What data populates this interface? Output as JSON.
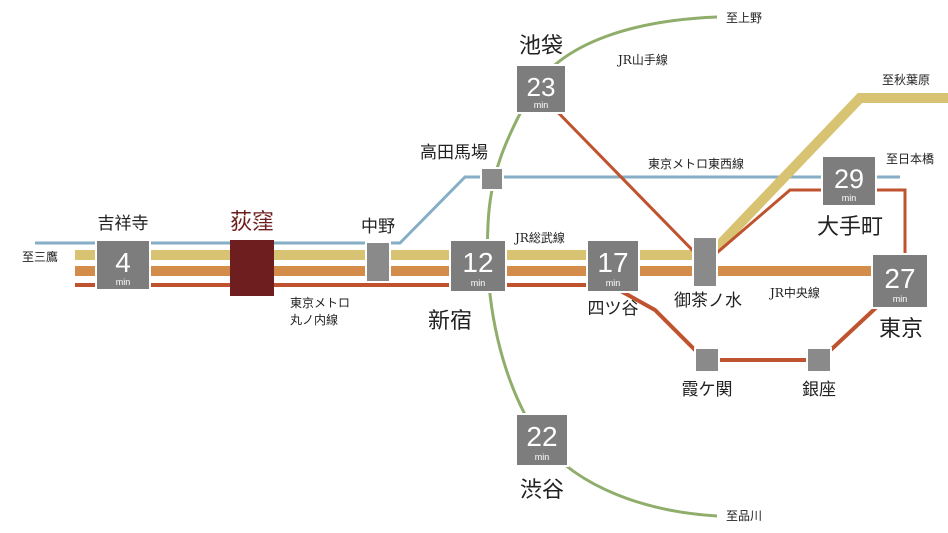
{
  "lines": {
    "yamanote": {
      "name": "JR山手線",
      "color": "#8fae6b"
    },
    "sobu": {
      "name": "JR総武線",
      "color": "#d8c373"
    },
    "chuo": {
      "name": "JR中央線",
      "color": "#d48c4a"
    },
    "tozai": {
      "name": "東京メトロ東西線",
      "color": "#86aec6"
    },
    "marunouchi": {
      "name_line1": "東京メトロ",
      "name_line2": "丸ノ内線",
      "color": "#c0532f"
    }
  },
  "stations": {
    "ikebukuro": {
      "name": "池袋",
      "minutes": "23",
      "unit": "min"
    },
    "takadanobaba": {
      "name": "高田馬場"
    },
    "nakano": {
      "name": "中野"
    },
    "kichijoji": {
      "name": "吉祥寺",
      "minutes": "4",
      "unit": "min"
    },
    "ogikubo": {
      "name": "荻窪",
      "color": "#6e1e1e"
    },
    "shinjuku": {
      "name": "新宿",
      "minutes": "12",
      "unit": "min"
    },
    "yotsuya": {
      "name": "四ツ谷",
      "minutes": "17",
      "unit": "min"
    },
    "ochanomizu": {
      "name": "御茶ノ水"
    },
    "otemachi": {
      "name": "大手町",
      "minutes": "29",
      "unit": "min"
    },
    "tokyo": {
      "name": "東京",
      "minutes": "27",
      "unit": "min"
    },
    "kasumigaseki": {
      "name": "霞ケ関"
    },
    "ginza": {
      "name": "銀座"
    },
    "shibuya": {
      "name": "渋谷",
      "minutes": "22",
      "unit": "min"
    }
  },
  "destinations": {
    "ueno": "至上野",
    "akihabara": "至秋葉原",
    "nihonbashi": "至日本橋",
    "mitaka": "至三鷹",
    "shinagawa": "至品川"
  },
  "colors": {
    "station_box": "#7d7d7d",
    "station_small": "#8a8a8a"
  }
}
